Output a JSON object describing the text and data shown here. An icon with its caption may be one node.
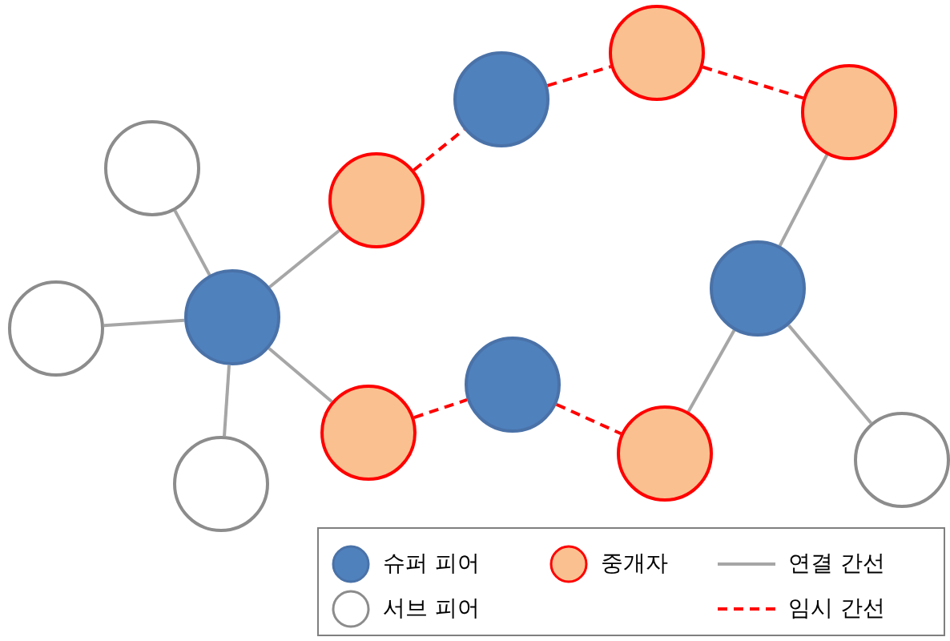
{
  "diagram": {
    "nodes": [
      {
        "text": [],
        "shape": "circle"
      },
      {
        "text": [],
        "shape": "circle"
      },
      {
        "text": [],
        "shape": "circle"
      },
      {
        "text": [],
        "shape": "circle"
      },
      {
        "text": [],
        "shape": "circle"
      },
      {
        "text": [],
        "shape": "circle"
      },
      {
        "text": [],
        "shape": "circle"
      },
      {
        "text": [],
        "shape": "circle"
      },
      {
        "text": [],
        "shape": "circle"
      },
      {
        "text": [],
        "shape": "circle"
      },
      {
        "text": [],
        "shape": "circle"
      },
      {
        "text": [],
        "shape": "circle"
      },
      {
        "text": [],
        "shape": "circle"
      }
    ],
    "edges": [
      {
        "from": 3,
        "to": 6,
        "arrow": "none"
      },
      {
        "from": 7,
        "to": 6,
        "arrow": "none"
      },
      {
        "from": 12,
        "to": 6,
        "arrow": "none"
      },
      {
        "from": 6,
        "to": 4,
        "arrow": "none"
      },
      {
        "from": 6,
        "to": 9,
        "arrow": "none"
      },
      {
        "from": 2,
        "to": 5,
        "arrow": "none"
      },
      {
        "from": 5,
        "to": 10,
        "arrow": "none"
      },
      {
        "from": 5,
        "to": 11,
        "arrow": "none"
      },
      {
        "from": 4,
        "to": 1,
        "arrow": "none",
        "style": "dashed",
        "color": "#ff0000"
      },
      {
        "from": 1,
        "to": 0,
        "arrow": "none",
        "style": "dashed",
        "color": "#ff0000"
      },
      {
        "from": 0,
        "to": 2,
        "arrow": "none",
        "style": "dashed",
        "color": "#ff0000"
      },
      {
        "from": 9,
        "to": 8,
        "arrow": "none",
        "style": "dashed",
        "color": "#ff0000"
      },
      {
        "from": 8,
        "to": 10,
        "arrow": "none",
        "style": "dashed",
        "color": "#ff0000"
      }
    ],
    "legend": [
      {
        "text": "슈퍼 피어",
        "color": "#4f81bd"
      },
      {
        "text": "중개자",
        "color": "#fac090"
      },
      {
        "text": "연결 간선"
      },
      {
        "text": "서브 피어",
        "color": "#ffffff"
      },
      {
        "text": "임시 간선"
      }
    ]
  }
}
